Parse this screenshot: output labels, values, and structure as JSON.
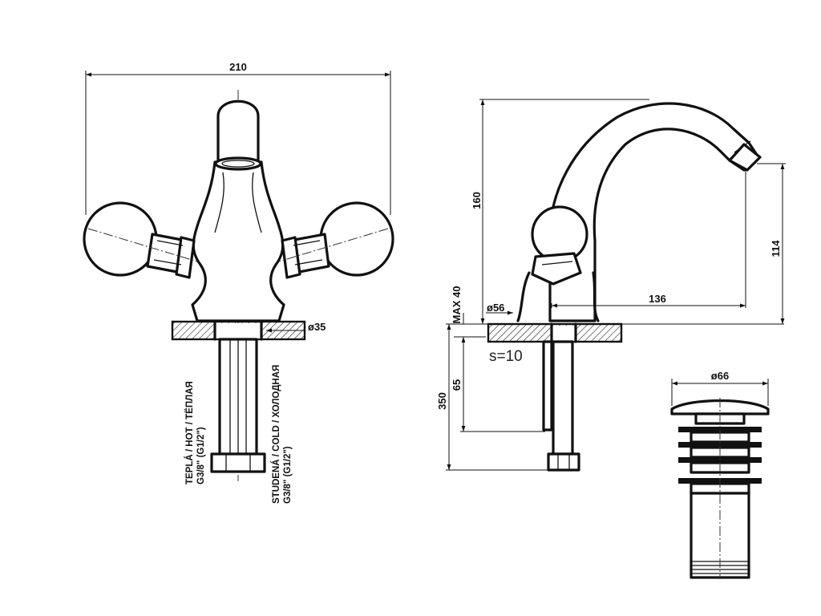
{
  "front_view": {
    "width_dim": "210",
    "pipe_dim": "ø35",
    "label_hot_line1": "TEPLÁ / HOT / ТЁПЛАЯ",
    "label_hot_line2": "G3/8\" (G1/2\")",
    "label_cold_line1": "STUDENÁ / COLD / ХОЛОДНАЯ",
    "label_cold_line2": "G3/8\" (G1/2\")"
  },
  "side_view": {
    "height_dim": "160",
    "spout_height_dim": "114",
    "reach_dim": "136",
    "base_dim": "ø56",
    "max_dim": "MAX 40",
    "thickness_label": "s=10",
    "rod_dim": "65",
    "length_dim": "350"
  },
  "drain": {
    "diameter_dim": "ø66"
  }
}
